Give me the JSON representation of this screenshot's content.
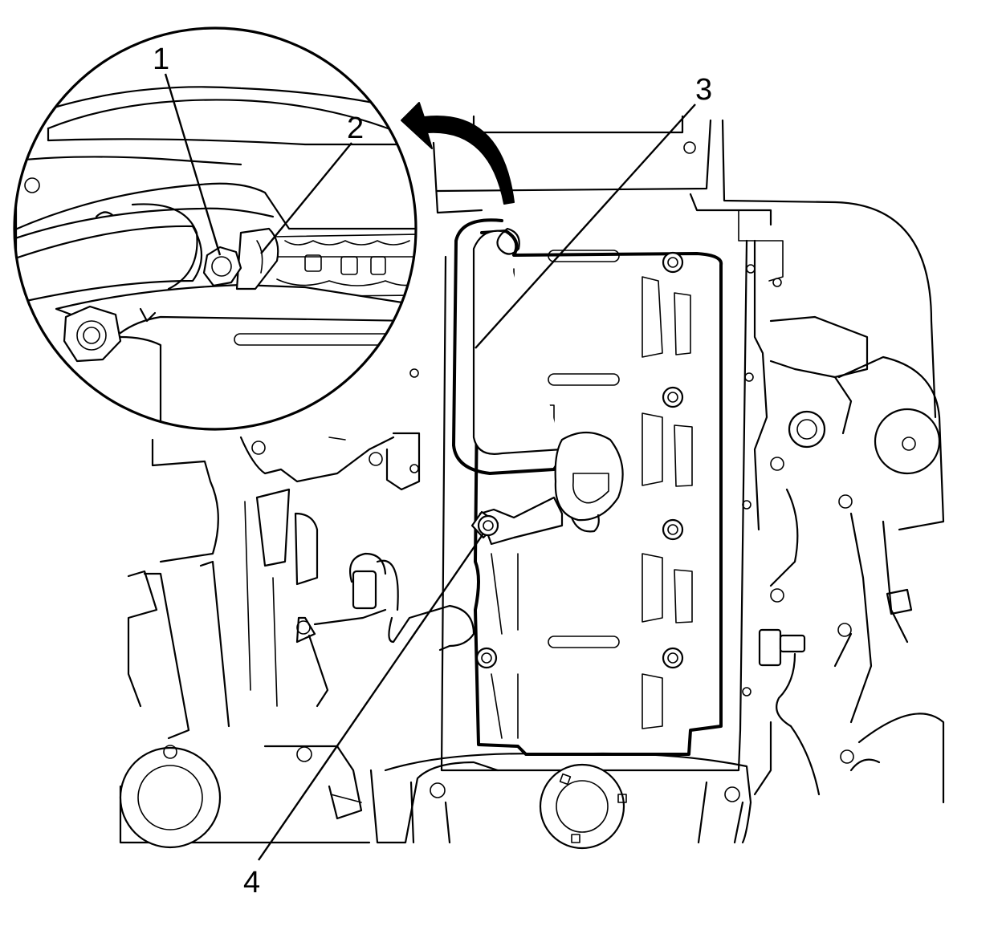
{
  "callouts": [
    {
      "id": "1",
      "label": "1"
    },
    {
      "id": "2",
      "label": "2"
    },
    {
      "id": "3",
      "label": "3"
    },
    {
      "id": "4",
      "label": "4"
    }
  ],
  "colors": {
    "line": "#000000",
    "background": "#ffffff"
  },
  "icons": [
    "rotation-arrow-icon",
    "bolt-icon"
  ]
}
